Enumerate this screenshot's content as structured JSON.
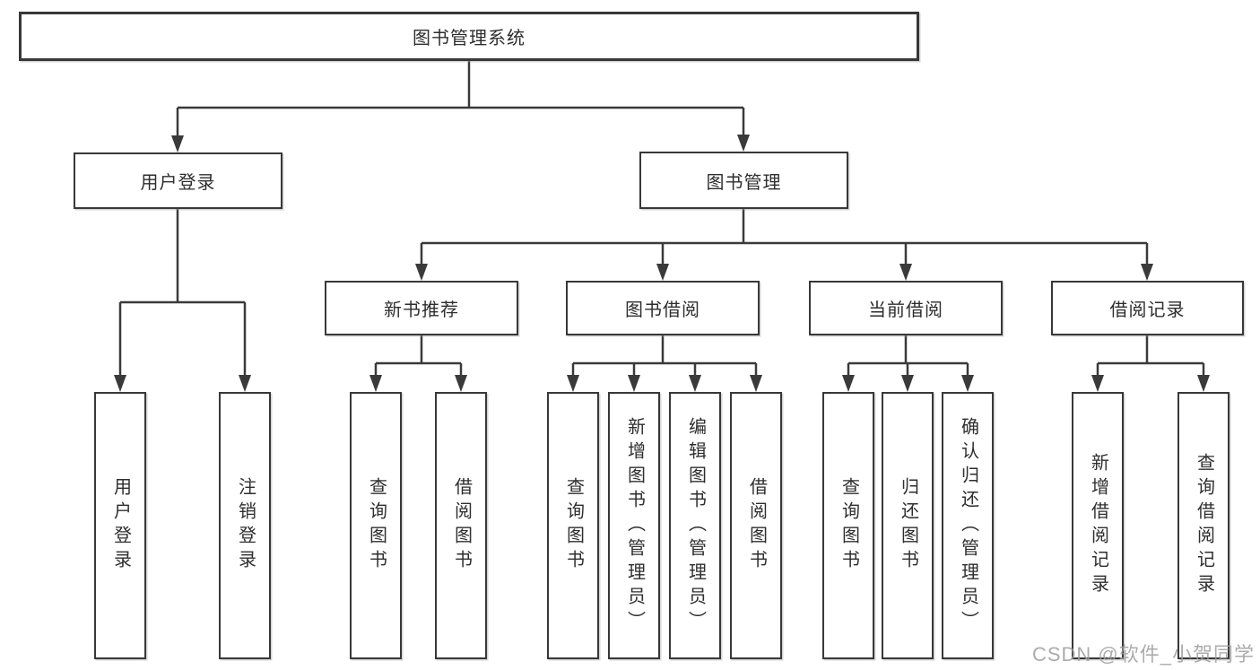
{
  "diagram": {
    "type": "tree-hierarchy",
    "colors": {
      "line": "#3a3a3a",
      "box_border": "#383838",
      "box_background": "#ffffff",
      "text": "#2e2e2e",
      "watermark": "#9e9e9e"
    },
    "watermark": "CSDN @软件_小贺同学"
  },
  "nodes": {
    "root": "图书管理系统",
    "user_login": "用户登录",
    "book_mgmt": "图书管理",
    "new_book_rec": "新书推荐",
    "book_borrow": "图书借阅",
    "current_borrow": "当前借阅",
    "borrow_records": "借阅记录",
    "leaf_user_login": "用户登录",
    "leaf_logout": "注销登录",
    "leaf_rec_query": "查询图书",
    "leaf_rec_borrow": "借阅图书",
    "leaf_bb_query": "查询图书",
    "leaf_bb_add": "新增图书（管理员）",
    "leaf_bb_edit": "编辑图书（管理员）",
    "leaf_bb_borrow": "借阅图书",
    "leaf_cb_query": "查询图书",
    "leaf_cb_return": "归还图书",
    "leaf_cb_confirm": "确认归还（管理员）",
    "leaf_br_add": "新增借阅记录",
    "leaf_br_query": "查询借阅记录"
  },
  "hierarchy": {
    "root": [
      "user_login",
      "book_mgmt"
    ],
    "user_login": [
      "leaf_user_login",
      "leaf_logout"
    ],
    "book_mgmt": [
      "new_book_rec",
      "book_borrow",
      "current_borrow",
      "borrow_records"
    ],
    "new_book_rec": [
      "leaf_rec_query",
      "leaf_rec_borrow"
    ],
    "book_borrow": [
      "leaf_bb_query",
      "leaf_bb_add",
      "leaf_bb_edit",
      "leaf_bb_borrow"
    ],
    "current_borrow": [
      "leaf_cb_query",
      "leaf_cb_return",
      "leaf_cb_confirm"
    ],
    "borrow_records": [
      "leaf_br_add",
      "leaf_br_query"
    ]
  }
}
